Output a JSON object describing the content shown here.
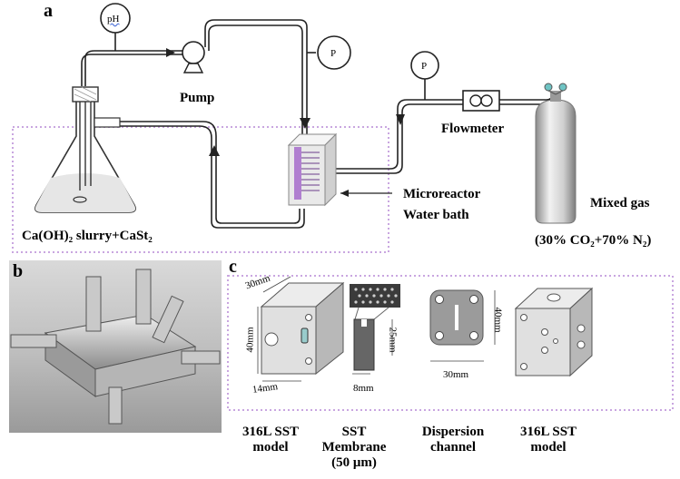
{
  "panels": {
    "a": "a",
    "b": "b",
    "c": "c"
  },
  "labels": {
    "ph": "pH",
    "pump": "Pump",
    "p1": "P",
    "p2": "P",
    "flowmeter": "Flowmeter",
    "microreactor": "Microreactor",
    "water_bath": "Water bath",
    "mixed_gas": "Mixed gas",
    "gas_composition": "(30% CO₂+70% N₂)",
    "slurry": "Ca(OH)₂ slurry+CaSt₂"
  },
  "dims": {
    "d30_top": "30mm",
    "d40_left": "40mm",
    "d14": "14mm",
    "d25": "25mm",
    "d8": "8mm",
    "d40_right": "40mm",
    "d30_bottom": "30mm"
  },
  "parts": [
    {
      "line1": "316L SST",
      "line2": "model",
      "line3": ""
    },
    {
      "line1": "SST",
      "line2": "Membrane",
      "line3": "(50 μm)"
    },
    {
      "line1": "Dispersion",
      "line2": "channel",
      "line3": ""
    },
    {
      "line1": "316L SST",
      "line2": "model",
      "line3": ""
    }
  ],
  "colors": {
    "dotted_border": "#c9a6e0",
    "line": "#222222",
    "membrane_purple": "#b07fd0"
  }
}
